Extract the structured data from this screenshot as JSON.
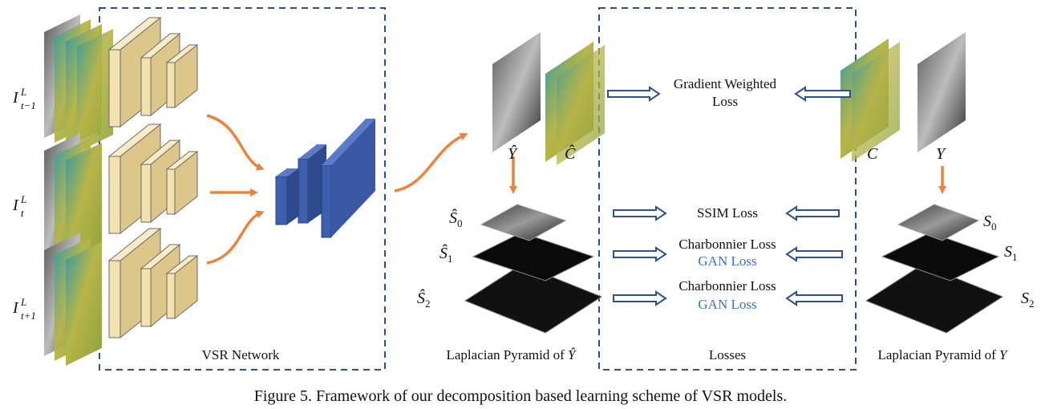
{
  "inputs": {
    "prev": "I_{t-1}^L",
    "cur": "I_t^L",
    "next": "I_{t+1}^L"
  },
  "blocks": {
    "vsr_network": "VSR Network",
    "losses": "Losses"
  },
  "outputs": {
    "y_hat": "Ŷ",
    "c_hat": "Ĉ",
    "c": "C",
    "y": "Y"
  },
  "losses": {
    "gradient_weighted_line1": "Gradient Weighted",
    "gradient_weighted_line2": "Loss",
    "ssim": "SSIM Loss",
    "charbonnier_1": "Charbonnier Loss",
    "gan_1": "GAN Loss",
    "charbonnier_2": "Charbonnier Loss",
    "gan_2": "GAN Loss"
  },
  "pyramids": {
    "left_title_prefix": "Laplacian Pyramid of ",
    "left_title_symbol": "Ŷ",
    "right_title_prefix": "Laplacian Pyramid of ",
    "right_title_symbol": "Y",
    "left_levels": [
      "Ŝ0",
      "Ŝ1",
      "Ŝ2"
    ],
    "right_levels": [
      "S0",
      "S1",
      "S2"
    ]
  },
  "caption": "Figure 5. Framework of our decomposition based learning scheme of VSR models.",
  "colors": {
    "box_border": "#2f4f8f",
    "orange_arrow": "#e8843f",
    "hollow_arrow": "#2f4f8f",
    "gan_text": "#3d6fc9",
    "block_tan": "#f0dba0",
    "block_blue": "#3e5fae"
  }
}
